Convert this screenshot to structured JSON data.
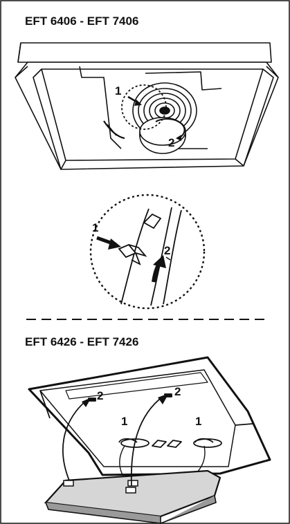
{
  "sections": [
    {
      "title": "EFT 6406 - EFT 7406"
    },
    {
      "title": "EFT 6426 - EFT 7426"
    }
  ],
  "callouts": {
    "top_1": "1",
    "top_2": "2",
    "detail_1": "1",
    "detail_2": "2",
    "bottom_left_2": "2",
    "bottom_right_2": "2",
    "bottom_left_1": "1",
    "bottom_right_1": "1"
  },
  "colors": {
    "ink": "#111111",
    "panel_grey": "#d6d6d6",
    "shade_grey": "#9a9a9a"
  }
}
